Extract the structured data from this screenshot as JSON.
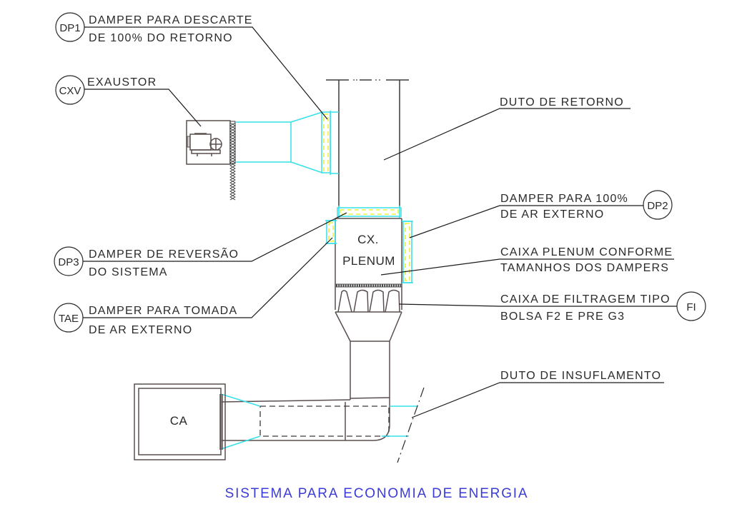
{
  "diagram": {
    "title": "SISTEMA PARA ECONOMIA DE ENERGIA",
    "colors": {
      "title": "#3b3bd6",
      "duct_lines": "#3a3a3a",
      "transition_lines": "#35e0e8",
      "damper_fill": "#f2ee3a",
      "text": "#2a2a2a"
    },
    "callouts": [
      {
        "id": "dp1",
        "tag": "DP1",
        "line1": "DAMPER PARA DESCARTE",
        "line2": "DE 100% DO RETORNO"
      },
      {
        "id": "cxv",
        "tag": "CXV",
        "line1": "EXAUSTOR",
        "line2": ""
      },
      {
        "id": "duto-retorno",
        "tag": "",
        "line1": "DUTO DE RETORNO",
        "line2": ""
      },
      {
        "id": "dp2",
        "tag": "DP2",
        "line1": "DAMPER PARA 100%",
        "line2": "DE AR EXTERNO"
      },
      {
        "id": "dp3",
        "tag": "DP3",
        "line1": "DAMPER DE REVERSÃO",
        "line2": "DO SISTEMA"
      },
      {
        "id": "caixa-plenum",
        "tag": "",
        "line1": "CAIXA PLENUM CONFORME",
        "line2": "TAMANHOS DOS DAMPERS"
      },
      {
        "id": "tae",
        "tag": "TAE",
        "line1": "DAMPER PARA TOMADA",
        "line2": "DE AR EXTERNO"
      },
      {
        "id": "fi",
        "tag": "FI",
        "line1": "CAIXA DE FILTRAGEM TIPO",
        "line2": "BOLSA F2 E PRE G3"
      },
      {
        "id": "duto-insuflamento",
        "tag": "",
        "line1": "DUTO DE INSUFLAMENTO",
        "line2": ""
      }
    ],
    "components": {
      "plenum_line1": "CX.",
      "plenum_line2": "PLENUM",
      "ahu_label": "CA"
    }
  }
}
